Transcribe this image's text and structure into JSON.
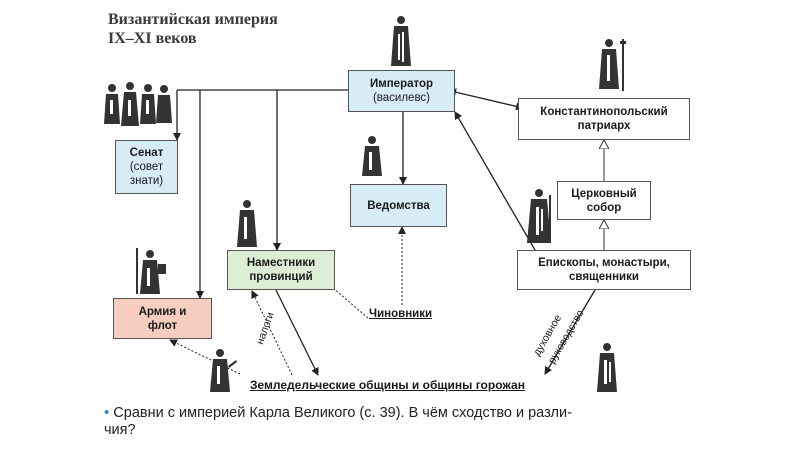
{
  "title": {
    "line1": "Византийская империя",
    "line2": "IX–XI веков"
  },
  "nodes": {
    "emperor": {
      "label": "Император",
      "sub": "(василевс)"
    },
    "senate": {
      "label": "Сенат",
      "sub1": "(совет",
      "sub2": "знати)"
    },
    "departments": {
      "label": "Ведомства"
    },
    "patriarch": {
      "label1": "Константинопольский",
      "label2": "патриарх"
    },
    "council": {
      "label1": "Церковный",
      "label2": "собор"
    },
    "governors": {
      "label1": "Наместники",
      "label2": "провинций"
    },
    "bishops": {
      "label1": "Епископы, монастыри,",
      "label2": "священники"
    },
    "army": {
      "label1": "Армия и",
      "label2": "флот"
    }
  },
  "labels": {
    "officials": "Чиновники",
    "communities": "Земледельческие общины и общины горожан",
    "taxes": "налоги",
    "spiritual": "духовное",
    "guidance": "руководство"
  },
  "footer": {
    "bullet": "•",
    "text": "Сравни с империей Карла Великого (с. 39). В чём сходство и разли-",
    "text2": "чия?"
  },
  "colors": {
    "blue": "#d8ecf7",
    "green": "#dcefd5",
    "pink": "#f6cdbe",
    "bullet": "#2a8fc4"
  }
}
